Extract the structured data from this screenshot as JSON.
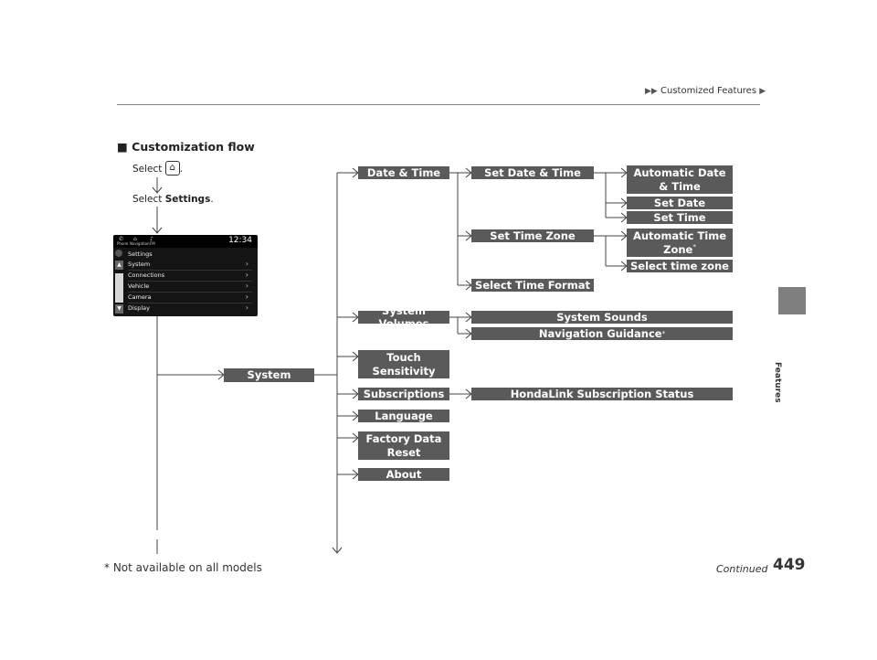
{
  "header": {
    "breadcrumb": "Customized Features",
    "page_number": "449",
    "side_label": "Features"
  },
  "section": {
    "title": "Customization flow",
    "bullet": "■"
  },
  "steps": {
    "select_prefix": "Select",
    "select_suffix": ".",
    "select_settings_prefix": "Select",
    "select_settings_bold": "Settings",
    "select_settings_suffix": "."
  },
  "icons": {
    "home": "home-icon",
    "chevron": "chevron-right-icon"
  },
  "screen": {
    "clock": "12:34",
    "top_labels": [
      "Phone",
      "Navigation",
      "FM"
    ],
    "header": "Settings",
    "items": [
      "System",
      "Connections",
      "Vehicle",
      "Camera",
      "Display"
    ]
  },
  "flow": {
    "system": "System",
    "level1": {
      "date_time": "Date & Time",
      "system_volumes": "System Volumes",
      "touch_sensitivity": "Touch Sensitivity",
      "subscriptions": "Subscriptions",
      "language": "Language",
      "factory_data_reset": "Factory Data Reset",
      "about": "About"
    },
    "level2": {
      "set_date_time": "Set Date & Time",
      "set_time_zone": "Set Time Zone",
      "select_time_format": "Select Time Format",
      "system_sounds": "System Sounds",
      "navigation_guidance": "Navigation Guidance",
      "hondalink_status": "HondaLink Subscription Status"
    },
    "level3": {
      "automatic_date_time": "Automatic Date & Time",
      "set_date": "Set Date",
      "set_time": "Set Time",
      "automatic_time_zone": "Automatic Time Zone",
      "select_time_zone": "Select time zone"
    },
    "asterisk": "*"
  },
  "footer": {
    "footnote": "* Not available on all models",
    "continued": "Continued"
  },
  "colors": {
    "box_fill": "#5a5a5a",
    "side_tab": "#7f7f7f"
  }
}
